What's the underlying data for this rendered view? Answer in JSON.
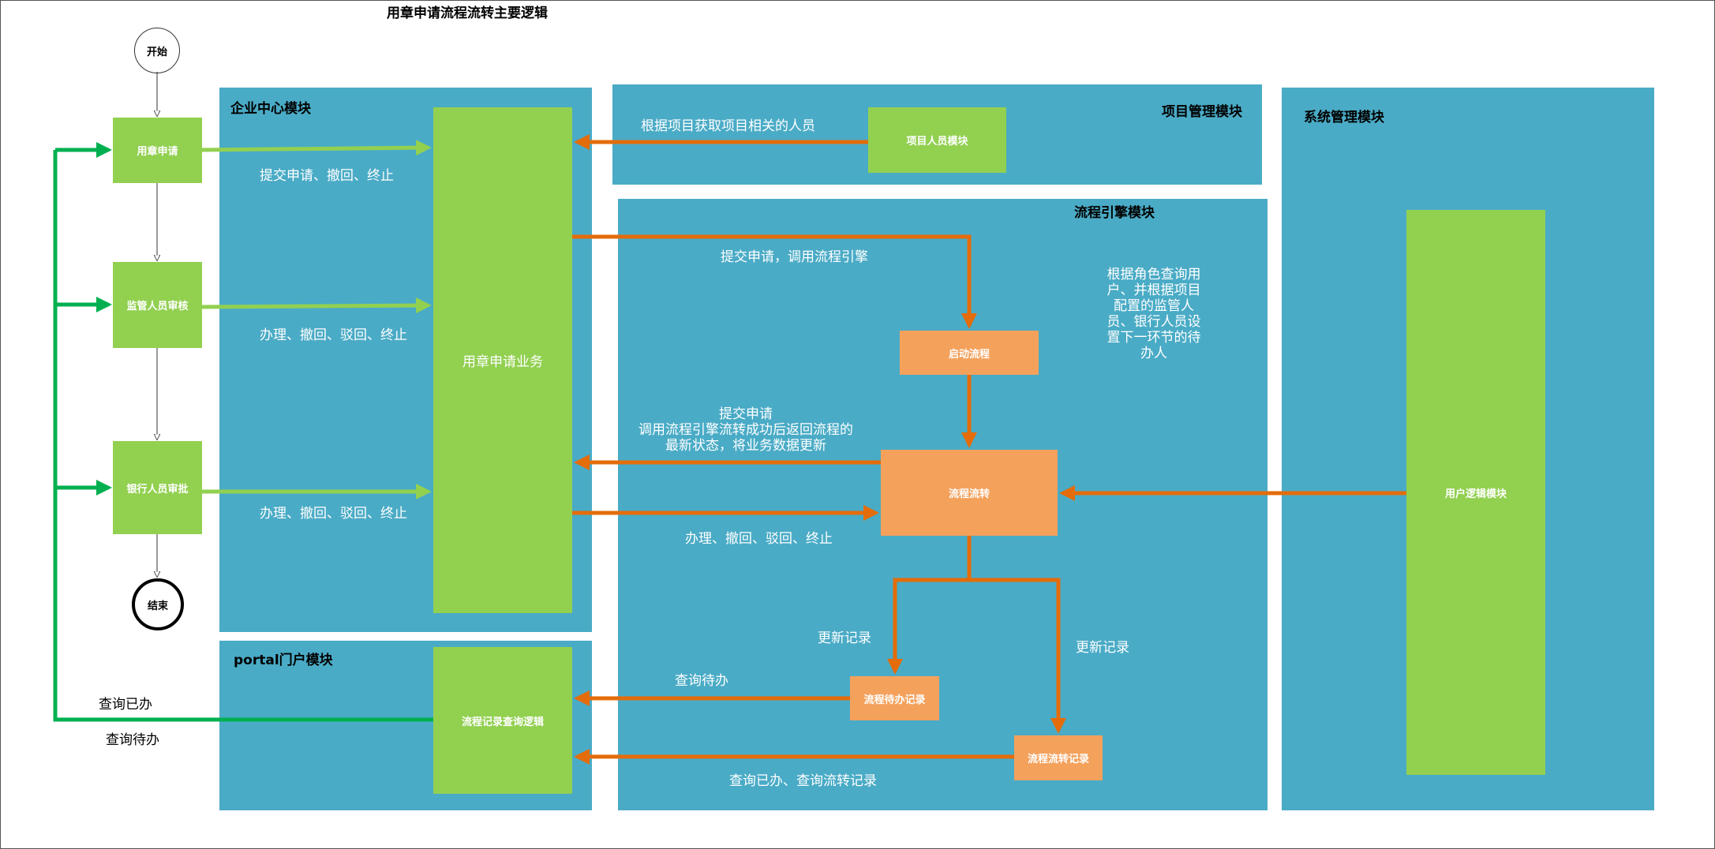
{
  "title": "用章申请流程流转主要逻辑",
  "modules": {
    "enterprise": "企业中心模块",
    "project": "项目管理模块",
    "system": "系统管理模块",
    "workflow": "流程引擎模块",
    "portal": "portal门户模块"
  },
  "flow": {
    "start": "开始",
    "apply": "用章申请",
    "supervisor": "监管人员审核",
    "bank": "银行人员审批",
    "end": "结束"
  },
  "boxes": {
    "seal_business": "用章申请业务",
    "project_people": "项目人员模块",
    "start_process": "启动流程",
    "process_flow": "流程流转",
    "todo_record": "流程待办记录",
    "flow_record": "流程流转记录",
    "record_query": "流程记录查询逻辑",
    "user_logic": "用户逻辑模块"
  },
  "labels": {
    "submit_revoke_stop": "提交申请、撤回、终止",
    "handle_1": "办理、撤回、驳回、终止",
    "handle_2": "办理、撤回、驳回、终止",
    "handle_3": "办理、撤回、驳回、终止",
    "get_people": "根据项目获取项目相关的人员",
    "submit_call_engine": "提交申请，调用流程引擎",
    "role_query": "根据角色查询用\n户、并根据项目\n配置的监管人\n员、银行人员设\n置下一环节的待\n办人",
    "submit_update": "提交申请\n调用流程引擎流转成功后返回流程的\n最新状态，将业务数据更新",
    "update_record_1": "更新记录",
    "update_record_2": "更新记录",
    "query_todo": "查询待办",
    "query_done_flow": "查询已办、查询流转记录",
    "query_done_left": "查询已办",
    "query_todo_left": "查询待办"
  },
  "colors": {
    "module_bg": "#4aabc6",
    "green_box": "#92d050",
    "orange_box": "#f4a15c",
    "orange_arrow": "#e46c0a",
    "green_arrow": "#00b050",
    "light_green_arrow": "#92d050"
  }
}
